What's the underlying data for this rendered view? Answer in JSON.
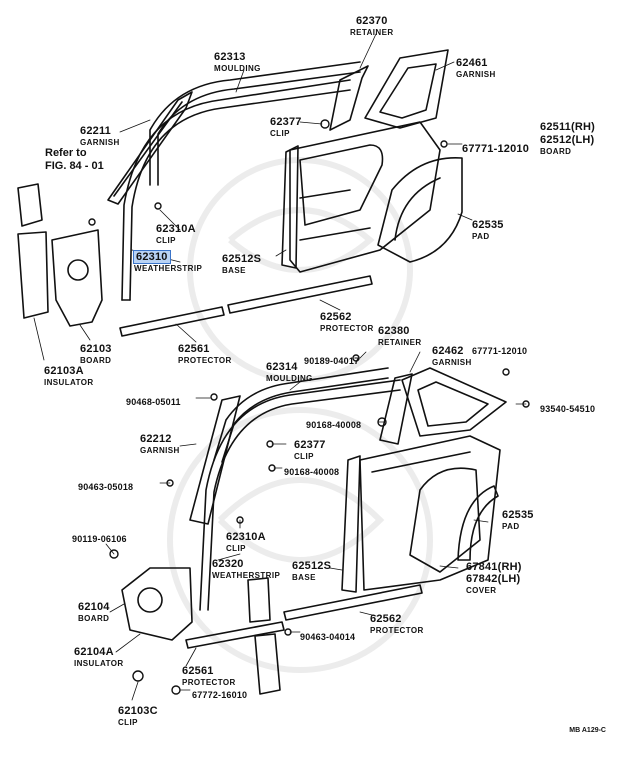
{
  "refer_note": {
    "line1": "Refer to",
    "line2": "FIG. 84 - 01"
  },
  "figure_code": "MB A129-C",
  "highlight_part": "62310",
  "parts": [
    {
      "id": "p1",
      "num": "62370",
      "name": "RETAINER"
    },
    {
      "id": "p2",
      "num": "62313",
      "name": "MOULDING"
    },
    {
      "id": "p3",
      "num": "62461",
      "name": "GARNISH"
    },
    {
      "id": "p4",
      "num": "62211",
      "name": "GARNISH"
    },
    {
      "id": "p5",
      "num": "62377",
      "name": "CLIP"
    },
    {
      "id": "p6",
      "num": "62511(RH)",
      "name": ""
    },
    {
      "id": "p7",
      "num": "62512(LH)",
      "name": "BOARD"
    },
    {
      "id": "p8",
      "num": "67771-12010",
      "name": ""
    },
    {
      "id": "p9",
      "num": "62310A",
      "name": "CLIP"
    },
    {
      "id": "p10",
      "num": "62310",
      "name": "WEATHERSTRIP"
    },
    {
      "id": "p11",
      "num": "62512S",
      "name": "BASE"
    },
    {
      "id": "p12",
      "num": "62535",
      "name": "PAD"
    },
    {
      "id": "p13",
      "num": "62562",
      "name": "PROTECTOR"
    },
    {
      "id": "p14",
      "num": "62561",
      "name": "PROTECTOR"
    },
    {
      "id": "p15",
      "num": "62103",
      "name": "BOARD"
    },
    {
      "id": "p16",
      "num": "62103A",
      "name": "INSULATOR"
    },
    {
      "id": "p17",
      "num": "62380",
      "name": "RETAINER"
    },
    {
      "id": "p18",
      "num": "62314",
      "name": "MOULDING"
    },
    {
      "id": "p19",
      "num": "90189-04017",
      "name": ""
    },
    {
      "id": "p20",
      "num": "62462",
      "name": "GARNISH"
    },
    {
      "id": "p21",
      "num": "67771-12010",
      "name": ""
    },
    {
      "id": "p22",
      "num": "90468-05011",
      "name": ""
    },
    {
      "id": "p23",
      "num": "90168-40008",
      "name": ""
    },
    {
      "id": "p24",
      "num": "93540-54510",
      "name": ""
    },
    {
      "id": "p25",
      "num": "62212",
      "name": "GARNISH"
    },
    {
      "id": "p26",
      "num": "62377",
      "name": "CLIP"
    },
    {
      "id": "p27",
      "num": "90168-40008",
      "name": ""
    },
    {
      "id": "p28",
      "num": "90463-05018",
      "name": ""
    },
    {
      "id": "p29",
      "num": "62535",
      "name": "PAD"
    },
    {
      "id": "p30",
      "num": "90119-06106",
      "name": ""
    },
    {
      "id": "p31",
      "num": "62310A",
      "name": "CLIP"
    },
    {
      "id": "p32",
      "num": "62320",
      "name": "WEATHERSTRIP"
    },
    {
      "id": "p33",
      "num": "62512S",
      "name": "BASE"
    },
    {
      "id": "p34",
      "num": "67841(RH)",
      "name": ""
    },
    {
      "id": "p35",
      "num": "67842(LH)",
      "name": "COVER"
    },
    {
      "id": "p36",
      "num": "62104",
      "name": "BOARD"
    },
    {
      "id": "p37",
      "num": "62562",
      "name": "PROTECTOR"
    },
    {
      "id": "p38",
      "num": "90463-04014",
      "name": ""
    },
    {
      "id": "p39",
      "num": "62104A",
      "name": "INSULATOR"
    },
    {
      "id": "p40",
      "num": "62561",
      "name": "PROTECTOR"
    },
    {
      "id": "p41",
      "num": "67772-16010",
      "name": ""
    },
    {
      "id": "p42",
      "num": "62103C",
      "name": "CLIP"
    }
  ]
}
